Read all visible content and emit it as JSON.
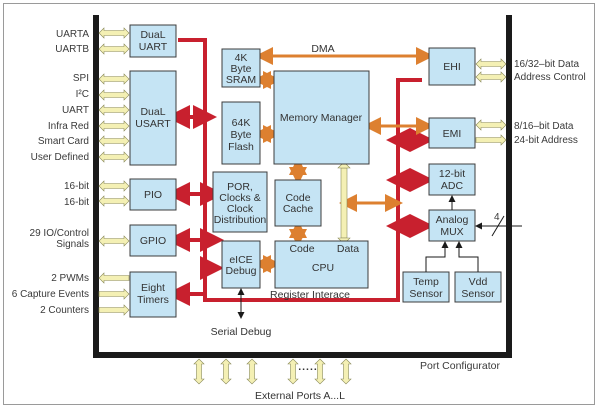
{
  "title": "Microcontroller block diagram",
  "colors": {
    "block_fill": "#c5e4f4",
    "register_bus": "#c8202e",
    "memory_bus": "#dd8030",
    "external_pin_arrow": "#f4f0b4",
    "chip_boundary": "#1a1a1a"
  },
  "blocks": {
    "dual_uart": [
      "DuaL",
      "UART"
    ],
    "dual_usart": [
      "DuaL",
      "USART"
    ],
    "pio": [
      "PIO"
    ],
    "gpio": [
      "GPIO"
    ],
    "eight_timers": [
      "Eight",
      "Timers"
    ],
    "sram": [
      "4K",
      "Byte",
      "SRAM"
    ],
    "flash": [
      "64K",
      "Byte",
      "Flash"
    ],
    "memory_manager": [
      "Memory Manager"
    ],
    "por_clocks": [
      "POR,",
      "Clocks &",
      "Clock",
      "Distribution"
    ],
    "code_cache": [
      "Code",
      "Cache"
    ],
    "eice_debug": [
      "eICE",
      "Debug"
    ],
    "cpu": {
      "name": "CPU",
      "code_port": "Code",
      "data_port": "Data"
    },
    "ehi": [
      "EHI"
    ],
    "emi": [
      "EMI"
    ],
    "adc": [
      "12-bit",
      "ADC"
    ],
    "analog_mux": [
      "Analog",
      "MUX"
    ],
    "temp_sensor": [
      "Temp",
      "Sensor"
    ],
    "vdd_sensor": [
      "Vdd",
      "Sensor"
    ]
  },
  "left_pins": {
    "uart": [
      "UARTA",
      "UARTB"
    ],
    "usart": [
      "SPI",
      "I²C",
      "UART",
      "Infra Red",
      "Smart Card",
      "User Defined"
    ],
    "pio": [
      "16-bit",
      "16-bit"
    ],
    "gpio": [
      "29 IO/Control",
      "Signals"
    ],
    "timers": [
      "2 PWMs",
      "6 Capture Events",
      "2 Counters"
    ]
  },
  "right_pins": {
    "ehi": [
      "16/32–bit Data",
      "Address Control"
    ],
    "emi": [
      "8/16–bit Data",
      "24-bit Address"
    ],
    "analog_input_width": "4"
  },
  "labels": {
    "dma": "DMA",
    "register_interface": "Register Interace",
    "serial_debug": "Serial Debug",
    "port_configurator": "Port Configurator",
    "external_ports": "External Ports A...L",
    "ellipsis": "....."
  }
}
